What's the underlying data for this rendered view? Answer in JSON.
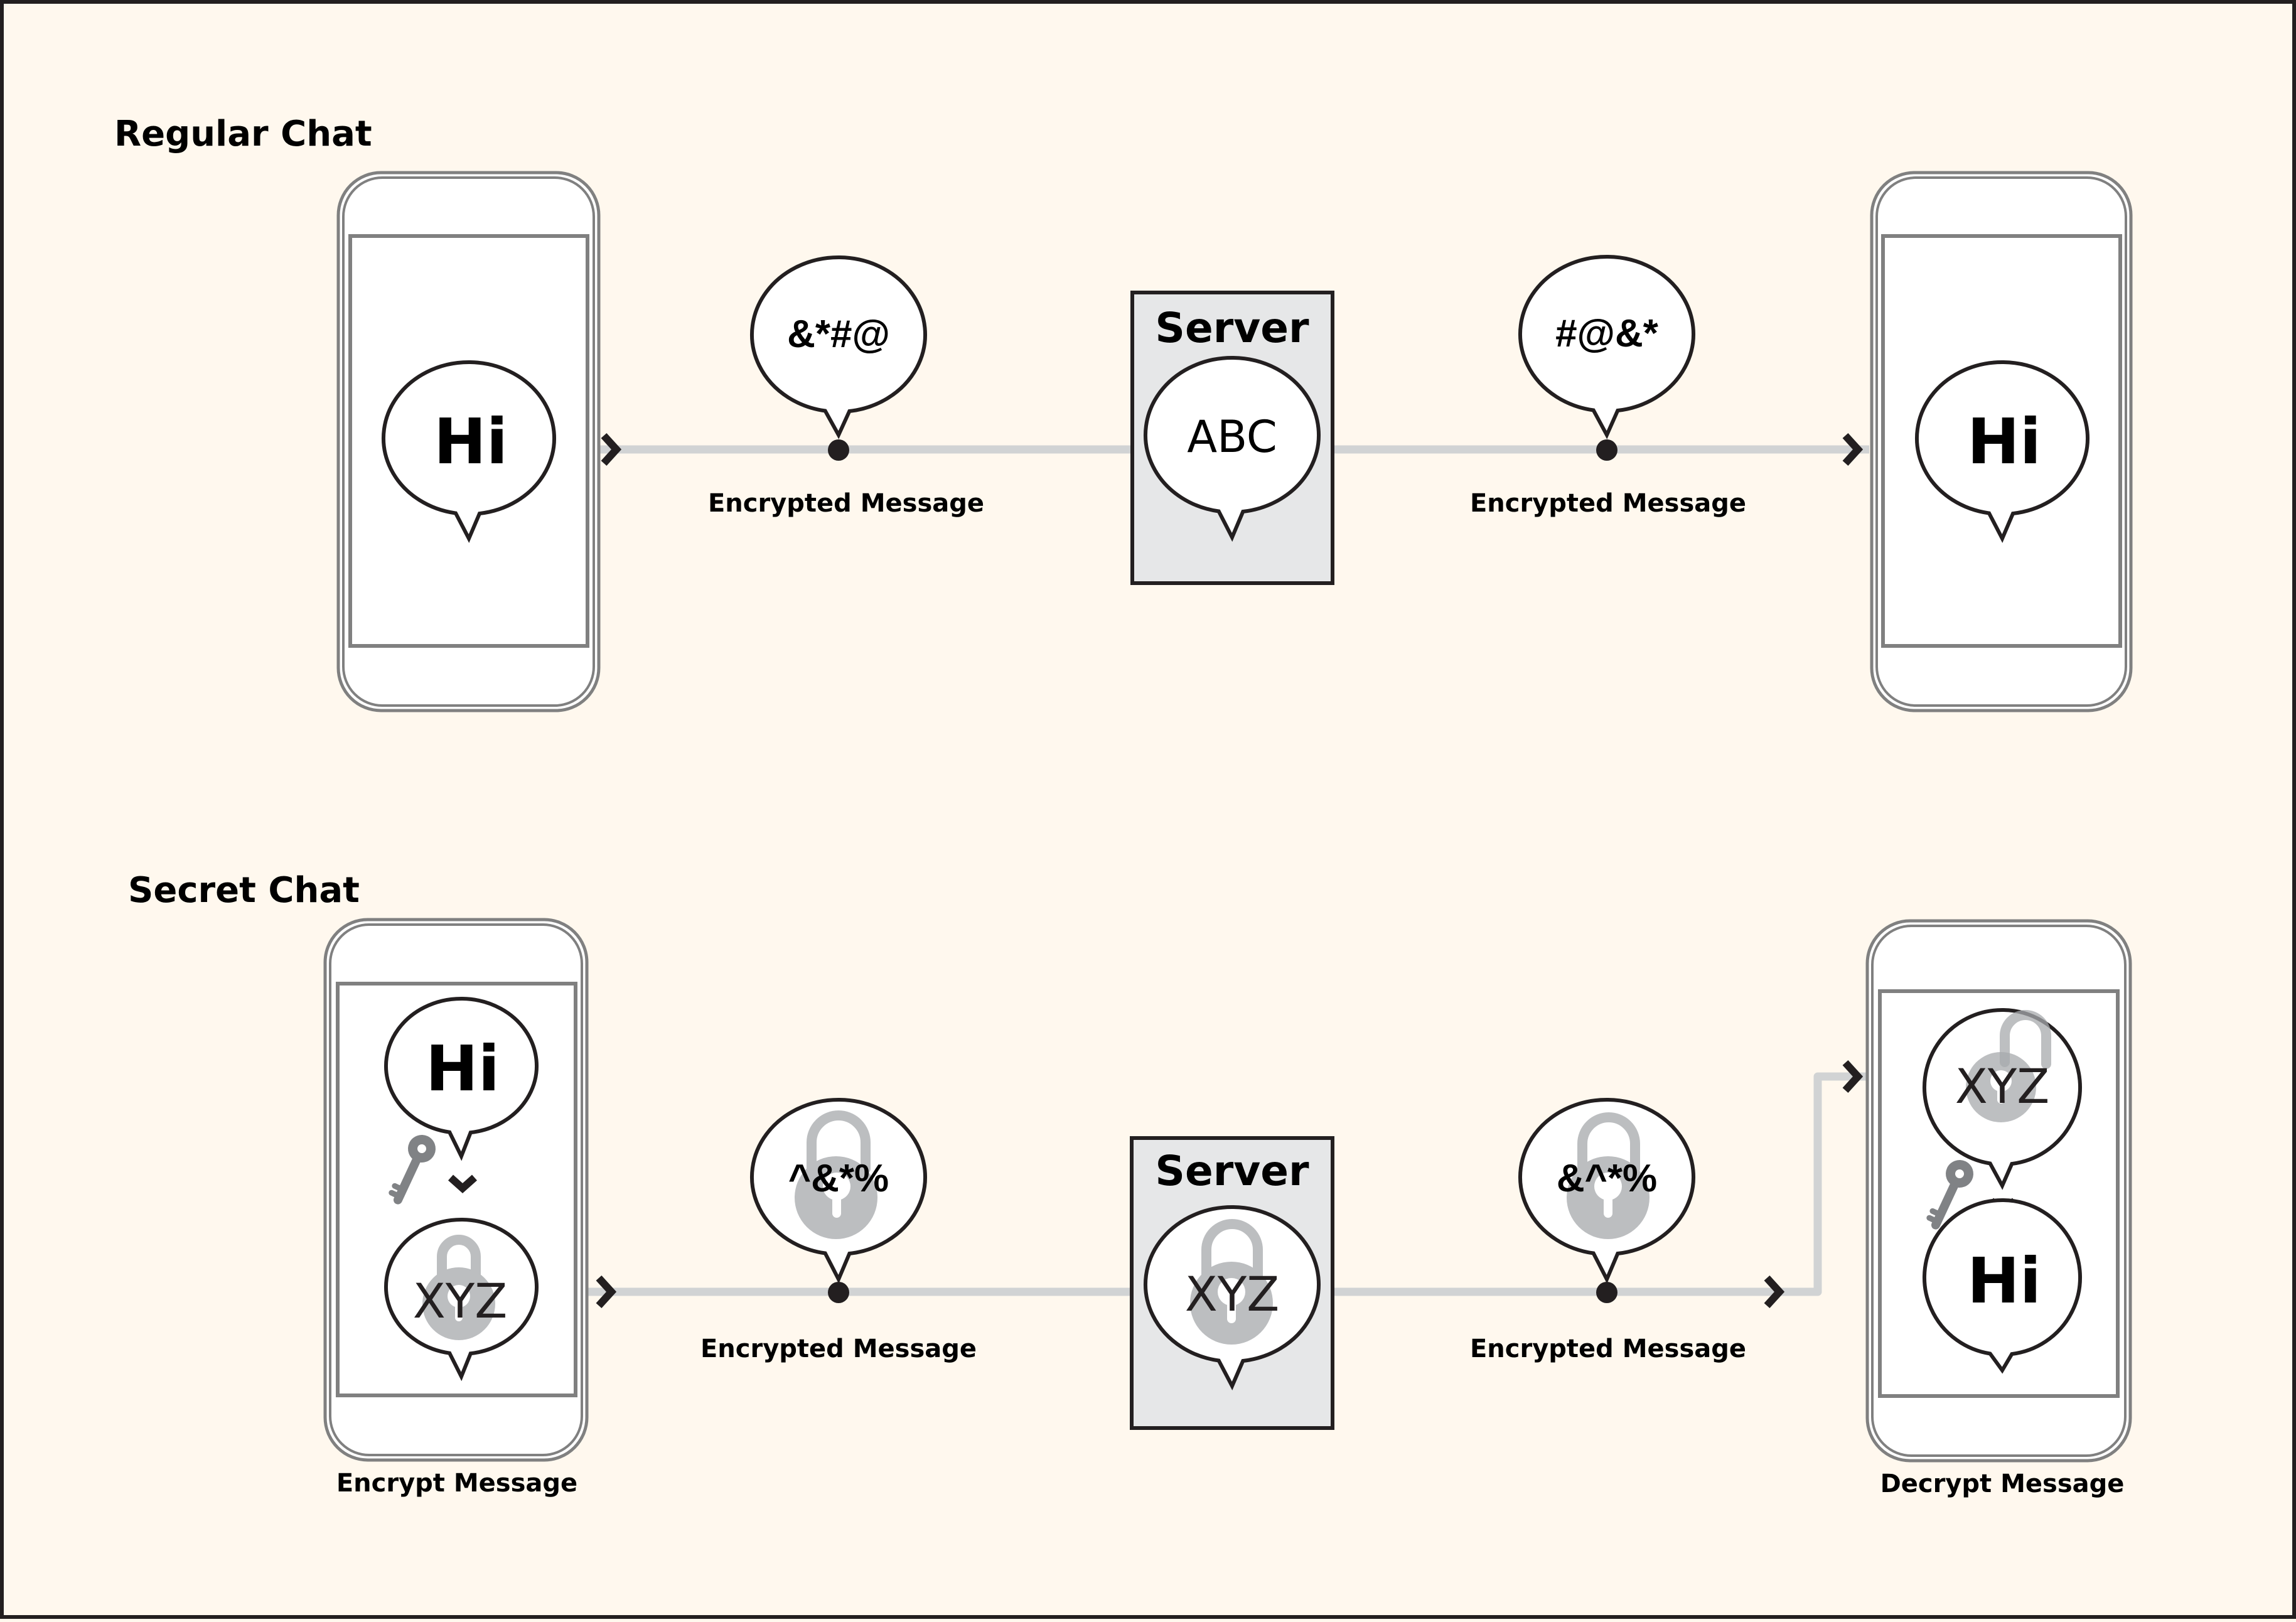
{
  "diagram": {
    "title": "Regular Chat vs Secret Chat message flow",
    "colors": {
      "background": "#fff8ee",
      "server_fill": "#e6e7e8",
      "connector": "#d1d3d4",
      "lock": "#bcbec0",
      "key": "#808285",
      "ink": "#231f20"
    },
    "regular_chat": {
      "title": "Regular Chat",
      "sender_phone": {
        "message": "Hi"
      },
      "hop1": {
        "bubble_text": "&*#@",
        "label": "Encrypted Message"
      },
      "server": {
        "label": "Server",
        "bubble_text": "ABC"
      },
      "hop2": {
        "bubble_text": "#@&*",
        "label": "Encrypted Message"
      },
      "receiver_phone": {
        "message": "Hi"
      }
    },
    "secret_chat": {
      "title": "Secret Chat",
      "sender_phone": {
        "message": "Hi",
        "encrypted_message": "XYZ",
        "caption": "Encrypt Message",
        "icons": [
          "key-icon",
          "chevron-down-icon",
          "padlock-locked-icon"
        ]
      },
      "hop1": {
        "bubble_text": "^&*%",
        "label": "Encrypted Message",
        "icon": "padlock-locked-icon"
      },
      "server": {
        "label": "Server",
        "bubble_text": "XYZ",
        "icon": "padlock-locked-icon"
      },
      "hop2": {
        "bubble_text": "&^*%",
        "label": "Encrypted Message",
        "icon": "padlock-locked-icon"
      },
      "receiver_phone": {
        "encrypted_message": "XYZ",
        "message": "Hi",
        "caption": "Decrypt Message",
        "icons": [
          "padlock-unlocked-icon",
          "key-icon",
          "chevron-down-icon"
        ]
      }
    }
  }
}
